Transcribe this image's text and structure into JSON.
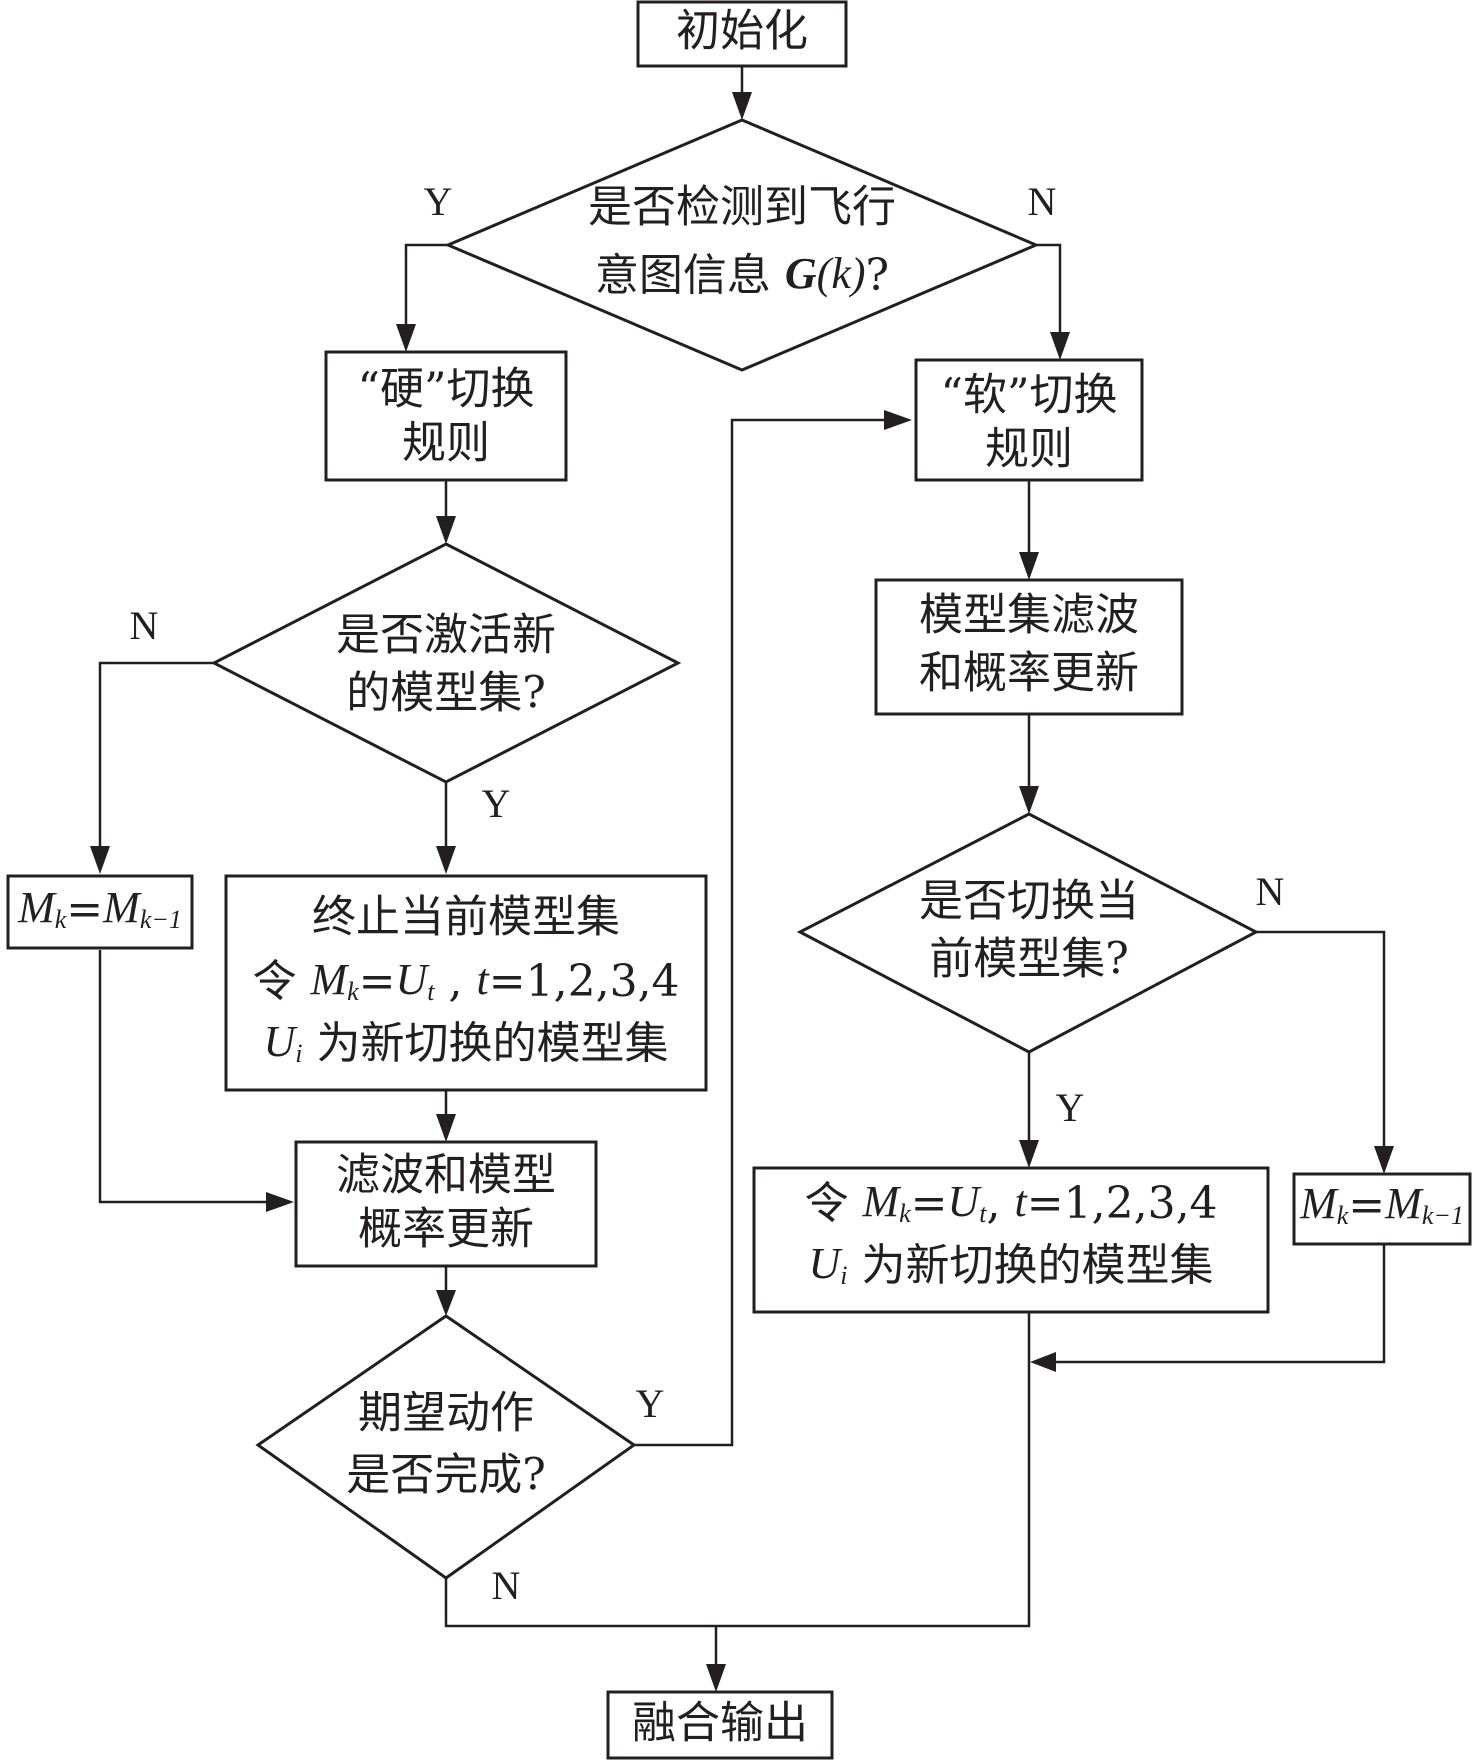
{
  "colors": {
    "stroke": "#231f20",
    "background": "#ffffff"
  },
  "nodes": {
    "init": {
      "lines": [
        "初始化"
      ]
    },
    "detect_intent": {
      "line1": "是否检测到飞行",
      "line2_prefix": "意图信息 ",
      "line2_math": "G",
      "line2_paren": "(k)",
      "line2_suffix": "?"
    },
    "hard_rule": {
      "lines": [
        "“硬”切换",
        "规则"
      ]
    },
    "soft_rule": {
      "lines": [
        "“软”切换",
        "规则"
      ]
    },
    "activate_new": {
      "lines": [
        "是否激活新",
        "的模型集?"
      ]
    },
    "keep_left": {
      "M": "M",
      "k": "k",
      "eq": "=",
      "M2": "M",
      "k2": "k−1"
    },
    "terminate": {
      "line1": "终止当前模型集",
      "line2_prefix": "令 ",
      "line2_M": "M",
      "line2_k": "k",
      "line2_eq": "=",
      "line2_U": "U",
      "line2_t": "t",
      "line2_sep": " , ",
      "line2_tvar": "t",
      "line2_vals": "=1,2,3,4",
      "line3_U": "U",
      "line3_i": "i",
      "line3_text": " 为新切换的模型集"
    },
    "filter_update_left": {
      "lines": [
        "滤波和模型",
        "概率更新"
      ]
    },
    "action_done": {
      "lines": [
        "期望动作",
        "是否完成?"
      ]
    },
    "set_filter_right": {
      "lines": [
        "模型集滤波",
        "和概率更新"
      ]
    },
    "switch_current": {
      "lines": [
        "是否切换当",
        "前模型集?"
      ]
    },
    "switch_assign": {
      "line1_prefix": "令 ",
      "line1_M": "M",
      "line1_k": "k",
      "line1_eq": "=",
      "line1_U": "U",
      "line1_t": "t",
      "line1_sep": ", ",
      "line1_tvar": "t",
      "line1_vals": "=1,2,3,4",
      "line2_U": "U",
      "line2_i": "i",
      "line2_text": " 为新切换的模型集"
    },
    "keep_right": {
      "M": "M",
      "k": "k",
      "eq": "=",
      "M2": "M",
      "k2": "k−1"
    },
    "output": {
      "lines": [
        "融合输出"
      ]
    }
  },
  "edge_labels": {
    "detect_yes": "Y",
    "detect_no": "N",
    "activate_no": "N",
    "activate_yes": "Y",
    "switch_no": "N",
    "switch_yes": "Y",
    "done_yes": "Y",
    "done_no": "N"
  }
}
